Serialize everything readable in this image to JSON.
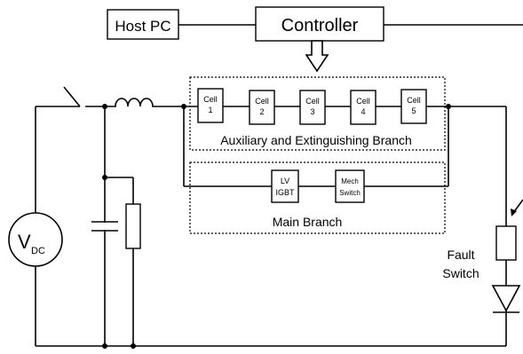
{
  "blocks": {
    "host_pc": "Host PC",
    "controller": "Controller"
  },
  "aux_branch": {
    "label": "Auxiliary and Extinguishing Branch",
    "cells": [
      {
        "name": "Cell",
        "num": "1"
      },
      {
        "name": "Cell",
        "num": "2"
      },
      {
        "name": "Cell",
        "num": "3"
      },
      {
        "name": "Cell",
        "num": "4"
      },
      {
        "name": "Cell",
        "num": "5"
      }
    ]
  },
  "main_branch": {
    "label": "Main Branch",
    "lv_igbt": [
      "LV",
      "IGBT"
    ],
    "mech_switch": [
      "Mech",
      "Switch"
    ]
  },
  "source": {
    "main": "V",
    "sub": "DC"
  },
  "fault_switch": [
    "Fault",
    "Switch"
  ]
}
